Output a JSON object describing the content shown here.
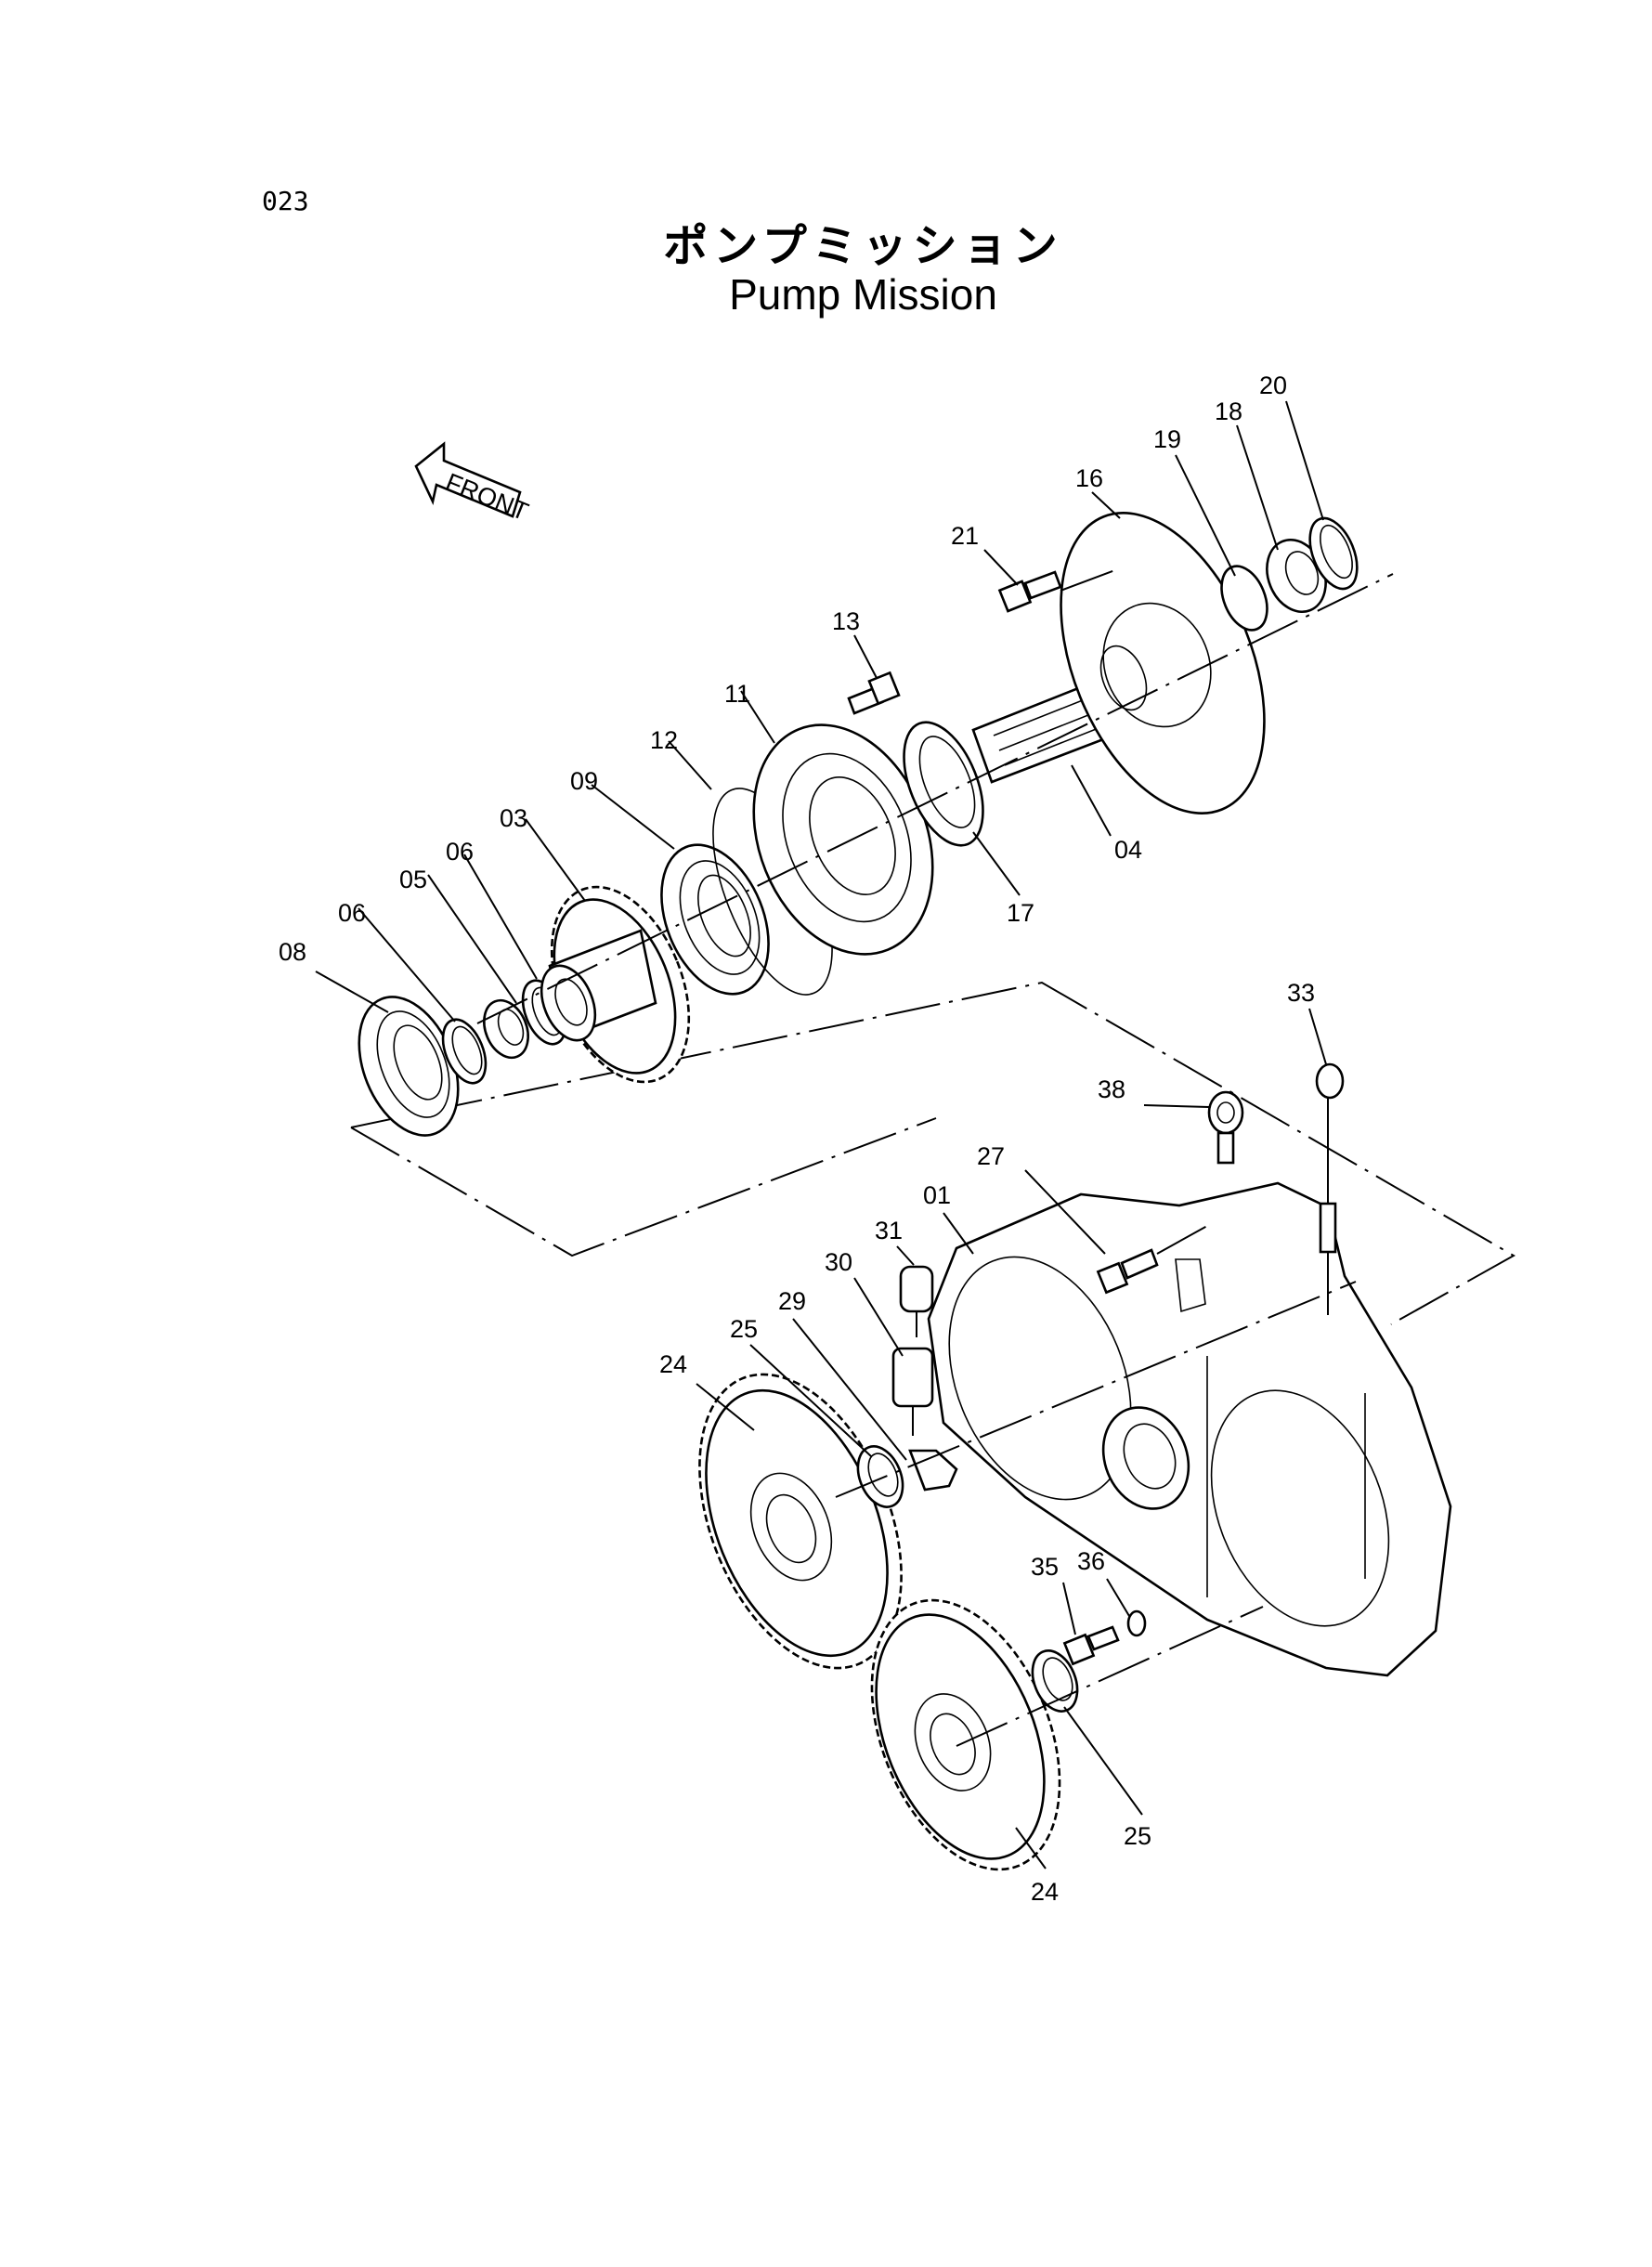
{
  "page_code": "023",
  "title_jp": "ポンプミッション",
  "title_en": "Pump Mission",
  "front_arrow_label": "FRONT",
  "callouts": [
    "20",
    "18",
    "19",
    "16",
    "21",
    "13",
    "11",
    "12",
    "09",
    "03",
    "06",
    "05",
    "06",
    "08",
    "04",
    "17",
    "33",
    "38",
    "27",
    "01",
    "31",
    "30",
    "29",
    "25",
    "24",
    "35",
    "36",
    "25",
    "24"
  ]
}
